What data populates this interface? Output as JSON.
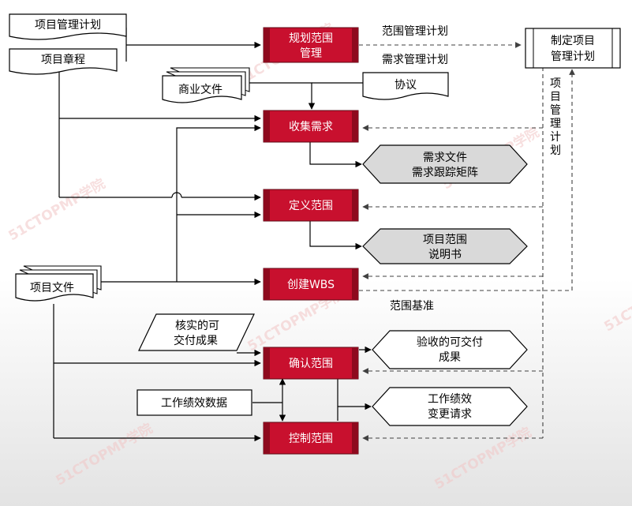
{
  "colors": {
    "process_fill": "#c8102e",
    "process_stripe": "#8e0a1e",
    "output_fill": "#d9d9d9",
    "line": "#000000",
    "dash": "#404040",
    "watermark": "#f2c6c6"
  },
  "inputs": {
    "project_mgmt_plan": "项目管理计划",
    "project_charter": "项目章程",
    "business_docs": "商业文件",
    "agreements": "协议",
    "project_docs": "项目文件",
    "verified_deliverables": [
      "核实的可",
      "交付成果"
    ],
    "work_perf_data": "工作绩效数据"
  },
  "processes": {
    "plan_scope": [
      "规划范围",
      "管理"
    ],
    "collect_reqs": "收集需求",
    "define_scope": "定义范围",
    "create_wbs": "创建WBS",
    "validate_scope": "确认范围",
    "control_scope": "控制范围"
  },
  "outputs": {
    "req_docs": [
      "需求文件",
      "需求跟踪矩阵"
    ],
    "scope_statement": [
      "项目范围",
      "说明书"
    ],
    "accepted_deliverables": [
      "验收的可交付",
      "成果"
    ],
    "work_perf_info": [
      "工作绩效",
      "变更请求"
    ]
  },
  "labels": {
    "scope_mgmt_plan": "范围管理计划",
    "req_mgmt_plan": "需求管理计划",
    "develop_pm_plan": [
      "制定项目",
      "管理计划"
    ],
    "pm_plan_vertical": "项目管理计划",
    "scope_baseline": "范围基准"
  },
  "watermark": "51CTOPMP学院"
}
